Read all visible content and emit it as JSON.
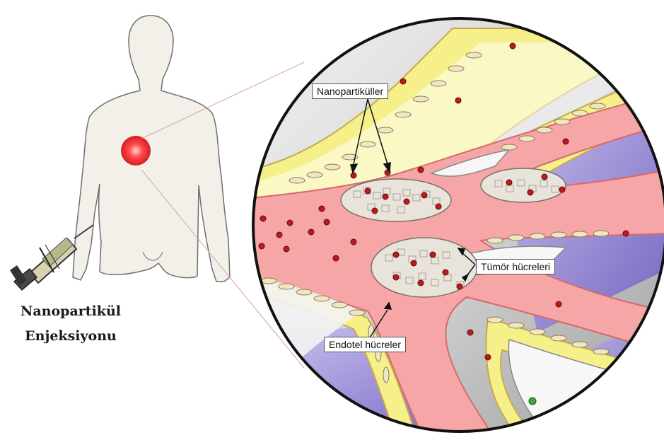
{
  "figure": {
    "caption_line1": "Nanopartikül",
    "caption_line2": "Enjeksiyonu",
    "labels": {
      "nanoparticles": "Nanopartiküller",
      "tumor_cells": "Tümör hücreleri",
      "endothelial_cells": "Endotel hücreler"
    }
  },
  "colors": {
    "skin": "#f3f0ea",
    "tumor_spot": "#e0262b",
    "vessel_lumen": "#f6a6a6",
    "vessel_wall": "#f5f08a",
    "nanoparticle": "#c0181e",
    "tumor_cell": "#e8e4dc",
    "tissue_purple": "#8c7ad0",
    "background_gray": "#d9d9d9"
  }
}
